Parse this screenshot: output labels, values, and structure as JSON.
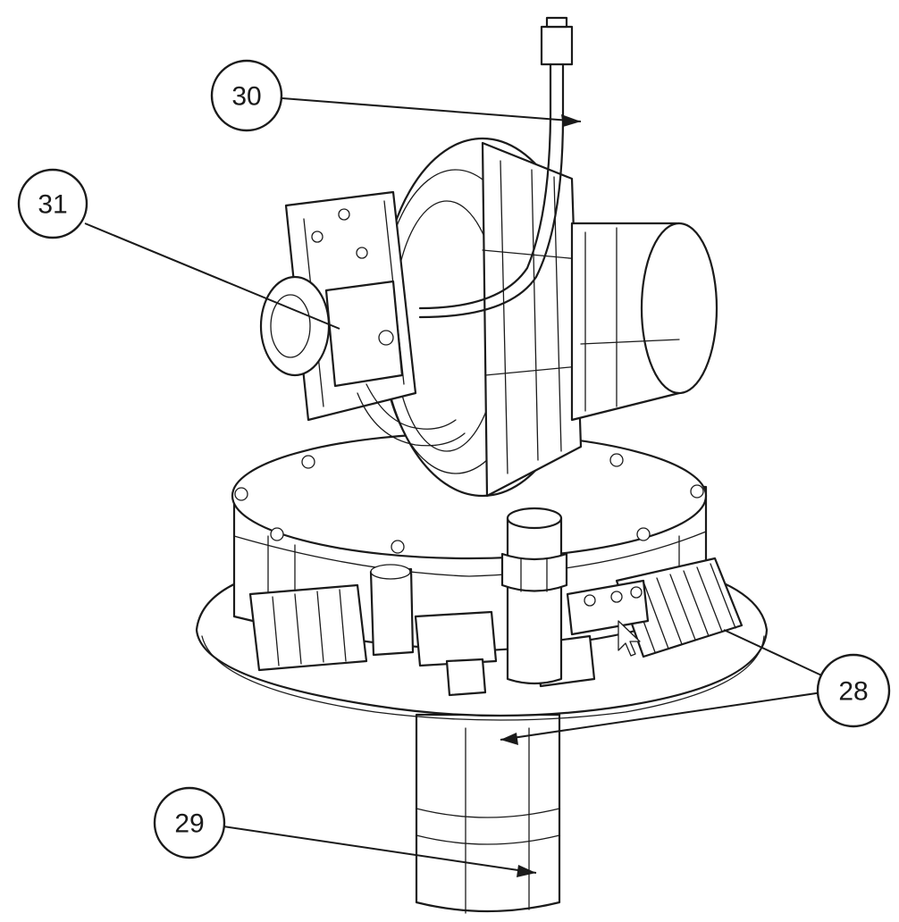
{
  "callouts": [
    {
      "label": "30"
    },
    {
      "label": "31"
    },
    {
      "label": "28"
    },
    {
      "label": "29"
    }
  ],
  "colors": {
    "line": "#1a1a1a",
    "background": "#ffffff"
  }
}
